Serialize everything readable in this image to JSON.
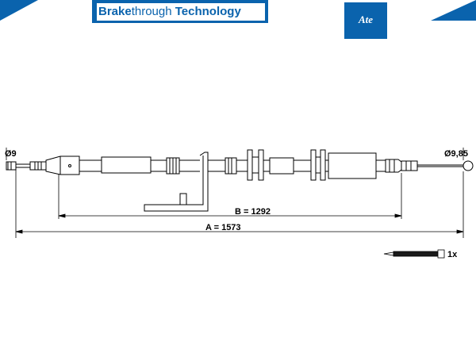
{
  "header": {
    "brand_bold_1": "Brake",
    "brand_normal": "through",
    "brand_bold_2": " Technology",
    "logo_text": "Ate",
    "brand_color": "#0a63ad"
  },
  "diagram": {
    "left_diameter": "Ø9",
    "right_diameter": "Ø9,85",
    "dimension_b": "B = 1292",
    "dimension_a": "A = 1573",
    "quantity": "1x"
  }
}
